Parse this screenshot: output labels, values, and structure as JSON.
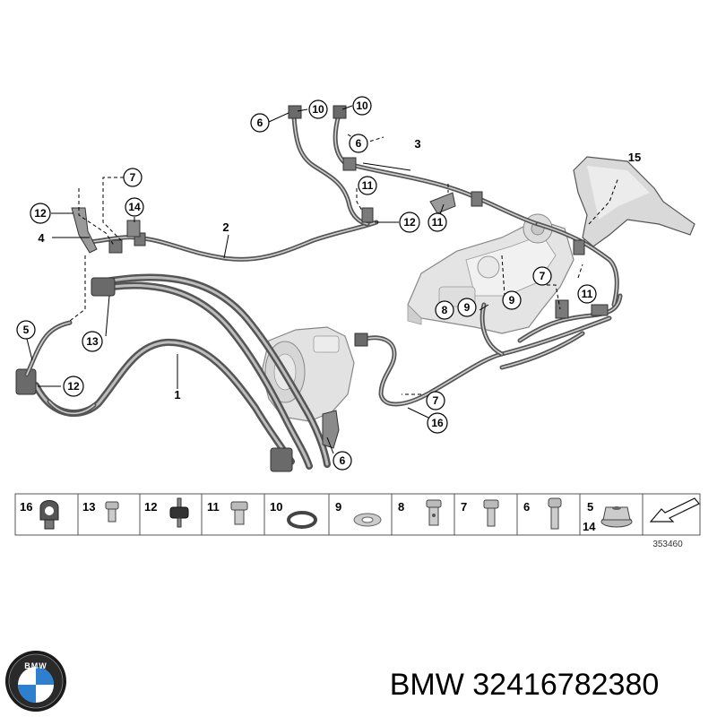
{
  "diagram": {
    "callouts": {
      "c6_top": "6",
      "c10_a": "10",
      "c10_b": "10",
      "c6_mid": "6",
      "c7_left": "7",
      "c14_left": "14",
      "c12_left": "12",
      "c11_a": "11",
      "c12_mid": "12",
      "c11_b": "11",
      "c5": "5",
      "c13": "13",
      "c12_low": "12",
      "c8": "8",
      "c9_a": "9",
      "c9_b": "9",
      "c7_right": "7",
      "c11_right": "11",
      "c7_low": "7",
      "c16": "16",
      "c6_low": "6"
    },
    "labels": {
      "l3": "3",
      "l2": "2",
      "l4": "4",
      "l1": "1",
      "l15": "15"
    }
  },
  "legend": {
    "items": [
      {
        "num": "16",
        "part": "hose-clamp-icon"
      },
      {
        "num": "13",
        "part": "bolt-icon"
      },
      {
        "num": "12",
        "part": "rubber-mount-icon"
      },
      {
        "num": "11",
        "part": "hex-bolt-icon"
      },
      {
        "num": "10",
        "part": "o-ring-icon"
      },
      {
        "num": "9",
        "part": "seal-washer-icon"
      },
      {
        "num": "8",
        "part": "banjo-bolt-icon"
      },
      {
        "num": "7",
        "part": "hex-bolt-icon"
      },
      {
        "num": "6",
        "part": "socket-bolt-icon"
      },
      {
        "num": "5",
        "part": "flange-nut-icon"
      }
    ],
    "extra_num": "14",
    "reference": "353460",
    "arrow_icon": "direction-arrow-icon"
  },
  "footer": {
    "caption": "BMW 32416782380",
    "logo_text": "BMW",
    "logo_icon": "bmw-roundel-icon"
  },
  "colors": {
    "hose": "#555555",
    "part_fill": "#e6e6e6",
    "logo_blue": "#2f7fd0",
    "logo_ring": "#1a1a1a"
  }
}
